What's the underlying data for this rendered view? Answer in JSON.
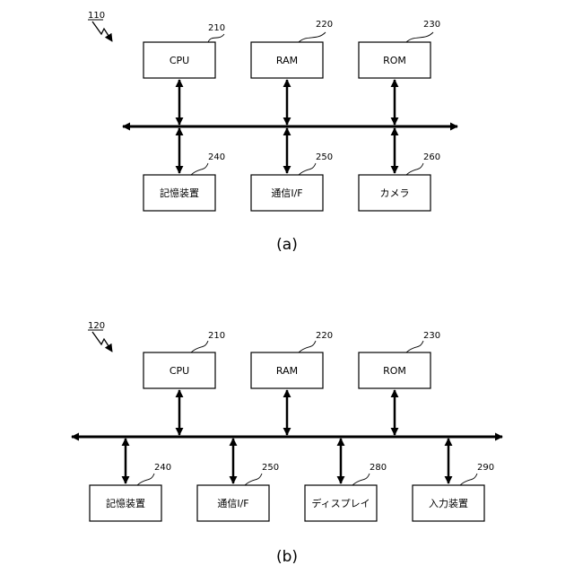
{
  "diagram_a": {
    "figure_ref": "110",
    "caption": "(a)",
    "blocks": [
      {
        "label": "CPU",
        "ref": "210"
      },
      {
        "label": "RAM",
        "ref": "220"
      },
      {
        "label": "ROM",
        "ref": "230"
      },
      {
        "label": "記憶装置",
        "ref": "240"
      },
      {
        "label": "通信I/F",
        "ref": "250"
      },
      {
        "label": "カメラ",
        "ref": "260"
      }
    ]
  },
  "diagram_b": {
    "figure_ref": "120",
    "caption": "(b)",
    "blocks": [
      {
        "label": "CPU",
        "ref": "210"
      },
      {
        "label": "RAM",
        "ref": "220"
      },
      {
        "label": "ROM",
        "ref": "230"
      },
      {
        "label": "記憶装置",
        "ref": "240"
      },
      {
        "label": "通信I/F",
        "ref": "250"
      },
      {
        "label": "ディスプレイ",
        "ref": "280"
      },
      {
        "label": "入力装置",
        "ref": "290"
      }
    ]
  }
}
